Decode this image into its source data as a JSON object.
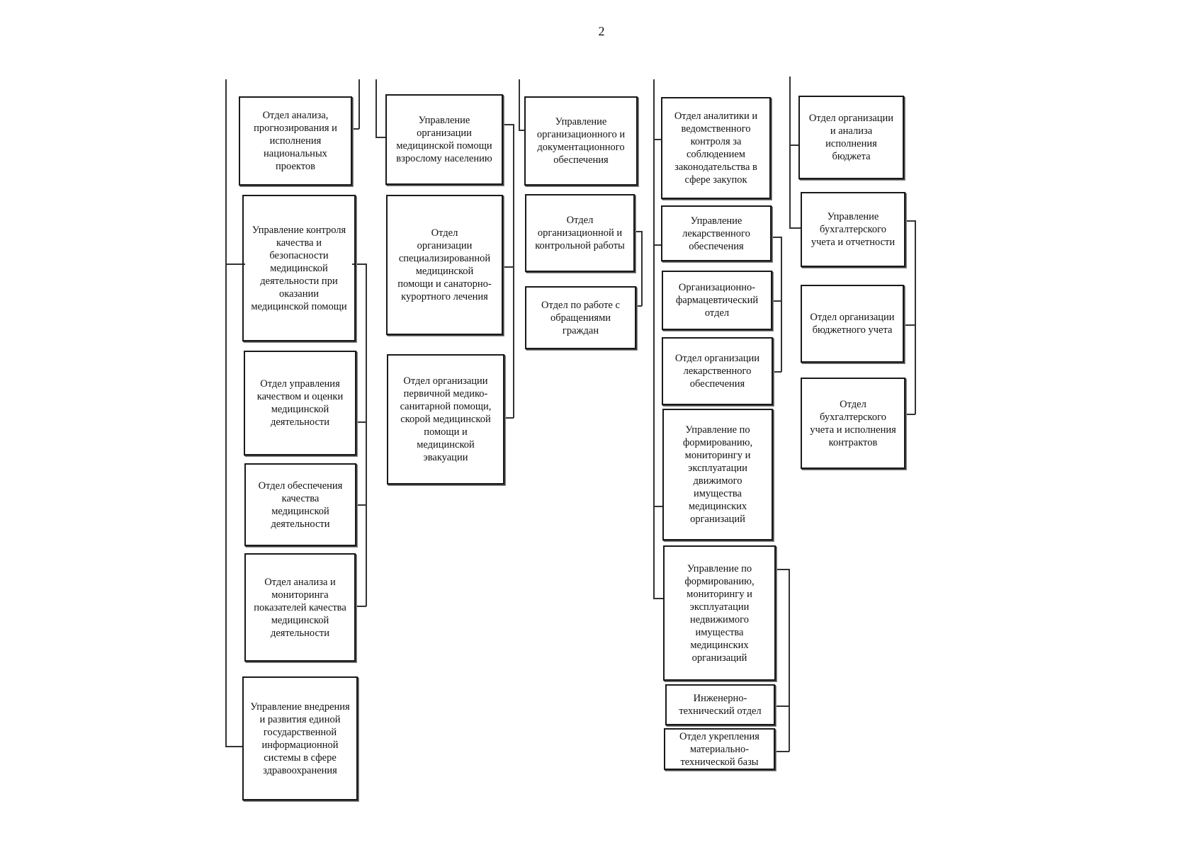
{
  "page": {
    "number": "2"
  },
  "columns": [
    {
      "id": "col1",
      "boxes": [
        {
          "id": "c1b1",
          "text": "Отдел анализа,\nпрогнозирования и\nисполнения\nнациональных\nпроектов"
        },
        {
          "id": "c1b2",
          "text": "Управление контроля\nкачества и\nбезопасности\nмедицинской\nдеятельности при\nоказании\nмедицинской помощи"
        },
        {
          "id": "c1b3",
          "text": "Отдел управления\nкачеством и оценки\nмедицинской\nдеятельности"
        },
        {
          "id": "c1b4",
          "text": "Отдел обеспечения\nкачества\nмедицинской\nдеятельности"
        },
        {
          "id": "c1b5",
          "text": "Отдел анализа и\nмониторинга\nпоказателей качества\nмедицинской\nдеятельности"
        },
        {
          "id": "c1b6",
          "text": "Управление внедрения\nи развития единой\nгосударственной\nинформационной\nсистемы в сфере\nздравоохранения"
        }
      ]
    },
    {
      "id": "col2",
      "boxes": [
        {
          "id": "c2b1",
          "text": "Управление\nорганизации\nмедицинской помощи\nвзрослому населению"
        },
        {
          "id": "c2b2",
          "text": "Отдел\nорганизации\nспециализированной\nмедицинской\nпомощи и санаторно-\nкурортного лечения"
        },
        {
          "id": "c2b3",
          "text": "Отдел организации\nпервичной медико-\nсанитарной помощи,\nскорой медицинской\nпомощи и\nмедицинской\nэвакуации"
        }
      ]
    },
    {
      "id": "col3",
      "boxes": [
        {
          "id": "c3b1",
          "text": "Управление\nорганизационного и\nдокументационного\nобеспечения"
        },
        {
          "id": "c3b2",
          "text": "Отдел\nорганизационной и\nконтрольной работы"
        },
        {
          "id": "c3b3",
          "text": "Отдел по работе с\nобращениями\nграждан"
        }
      ]
    },
    {
      "id": "col4",
      "boxes": [
        {
          "id": "c4b1",
          "text": "Отдел аналитики и\nведомственного\nконтроля за\nсоблюдением\nзаконодательства в\nсфере закупок"
        },
        {
          "id": "c4b2",
          "text": "Управление\nлекарственного\nобеспечения"
        },
        {
          "id": "c4b3",
          "text": "Организационно-\nфармацевтический\nотдел"
        },
        {
          "id": "c4b4",
          "text": "Отдел организации\nлекарственного\nобеспечения"
        },
        {
          "id": "c4b5",
          "text": "Управление по\nформированию,\nмониторингу и\nэксплуатации\nдвижимого\nимущества\nмедицинских\nорганизаций"
        },
        {
          "id": "c4b6",
          "text": "Управление по\nформированию,\nмониторингу и\nэксплуатации\nнедвижимого\nимущества\nмедицинских\nорганизаций"
        },
        {
          "id": "c4b7",
          "text": "Инженерно-\nтехнический отдел"
        },
        {
          "id": "c4b8",
          "text": "Отдел укрепления\nматериально-\nтехнической базы"
        }
      ]
    },
    {
      "id": "col5",
      "boxes": [
        {
          "id": "c5b1",
          "text": "Отдел организации\nи анализа\nисполнения\nбюджета"
        },
        {
          "id": "c5b2",
          "text": "Управление\nбухгалтерского\nучета и отчетности"
        },
        {
          "id": "c5b3",
          "text": "Отдел организации\nбюджетного учета"
        },
        {
          "id": "c5b4",
          "text": "Отдел\nбухгалтерского\nучета и исполнения\nконтрактов"
        }
      ]
    }
  ]
}
